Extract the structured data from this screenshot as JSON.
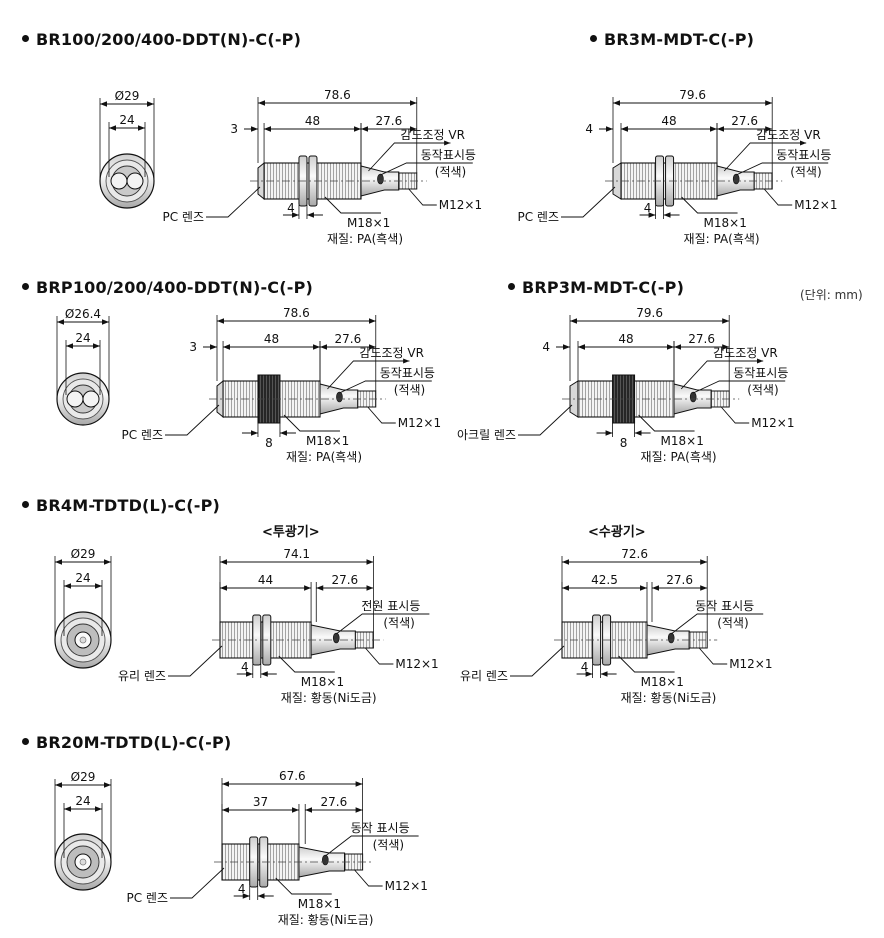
{
  "unit_note": "(단위: mm)",
  "sections": [
    {
      "id": "br100",
      "title": "BR100/200/400-DDT(N)-C(-P)",
      "front": {
        "dia": "Ø29",
        "inner": "24",
        "type": "twin"
      },
      "side": {
        "overall": "78.6",
        "front_len": "3",
        "body_len": "48",
        "rear_len": "27.6",
        "flange": "4",
        "thread": "M18×1",
        "connector": "M12×1",
        "lens": "PC 렌즈",
        "material": "재질: PA(흑색)",
        "vr": "감도조정 VR",
        "indicator": "동작표시등",
        "indicator_color": "(적색)"
      }
    },
    {
      "id": "br3m",
      "title": "BR3M-MDT-C(-P)",
      "front": null,
      "side": {
        "overall": "79.6",
        "front_len": "4",
        "body_len": "48",
        "rear_len": "27.6",
        "flange": "4",
        "thread": "M18×1",
        "connector": "M12×1",
        "lens": "PC 렌즈",
        "material": "재질: PA(흑색)",
        "vr": "감도조정 VR",
        "indicator": "동작표시등",
        "indicator_color": "(적색)"
      }
    },
    {
      "id": "brp100",
      "title": "BRP100/200/400-DDT(N)-C(-P)",
      "front": {
        "dia": "Ø26.4",
        "inner": "24",
        "type": "twin"
      },
      "side": {
        "overall": "78.6",
        "front_len": "3",
        "body_len": "48",
        "rear_len": "27.6",
        "flange": "8",
        "thread": "M18×1",
        "connector": "M12×1",
        "lens": "PC 렌즈",
        "material": "재질: PA(흑색)",
        "vr": "감도조정 VR",
        "indicator": "동작표시등",
        "indicator_color": "(적색)"
      }
    },
    {
      "id": "brp3m",
      "title": "BRP3M-MDT-C(-P)",
      "front": null,
      "side": {
        "overall": "79.6",
        "front_len": "4",
        "body_len": "48",
        "rear_len": "27.6",
        "flange": "8",
        "thread": "M18×1",
        "connector": "M12×1",
        "lens": "아크릴 렌즈",
        "material": "재질: PA(흑색)",
        "vr": "감도조정 VR",
        "indicator": "동작표시등",
        "indicator_color": "(적색)"
      }
    },
    {
      "id": "br4m",
      "title": "BR4M-TDTD(L)-C(-P)",
      "front": {
        "dia": "Ø29",
        "inner": "24",
        "type": "single"
      },
      "emitter": {
        "label": "<투광기>",
        "overall": "74.1",
        "body_len": "44",
        "rear_len": "27.6",
        "flange": "4",
        "thread": "M18×1",
        "connector": "M12×1",
        "lens": "유리 렌즈",
        "material": "재질: 황동(Ni도금)",
        "indicator": "전원 표시등",
        "indicator_color": "(적색)"
      },
      "receiver": {
        "label": "<수광기>",
        "overall": "72.6",
        "body_len": "42.5",
        "rear_len": "27.6",
        "flange": "4",
        "thread": "M18×1",
        "connector": "M12×1",
        "lens": "유리 렌즈",
        "material": "재질: 황동(Ni도금)",
        "indicator": "동작 표시등",
        "indicator_color": "(적색)"
      }
    },
    {
      "id": "br20m",
      "title": "BR20M-TDTD(L)-C(-P)",
      "front": {
        "dia": "Ø29",
        "inner": "24",
        "type": "single"
      },
      "side": {
        "overall": "67.6",
        "body_len": "37",
        "rear_len": "27.6",
        "flange": "4",
        "thread": "M18×1",
        "connector": "M12×1",
        "lens": "PC 렌즈",
        "material": "재질: 황동(Ni도금)",
        "indicator": "동작 표시등",
        "indicator_color": "(적색)"
      }
    }
  ]
}
